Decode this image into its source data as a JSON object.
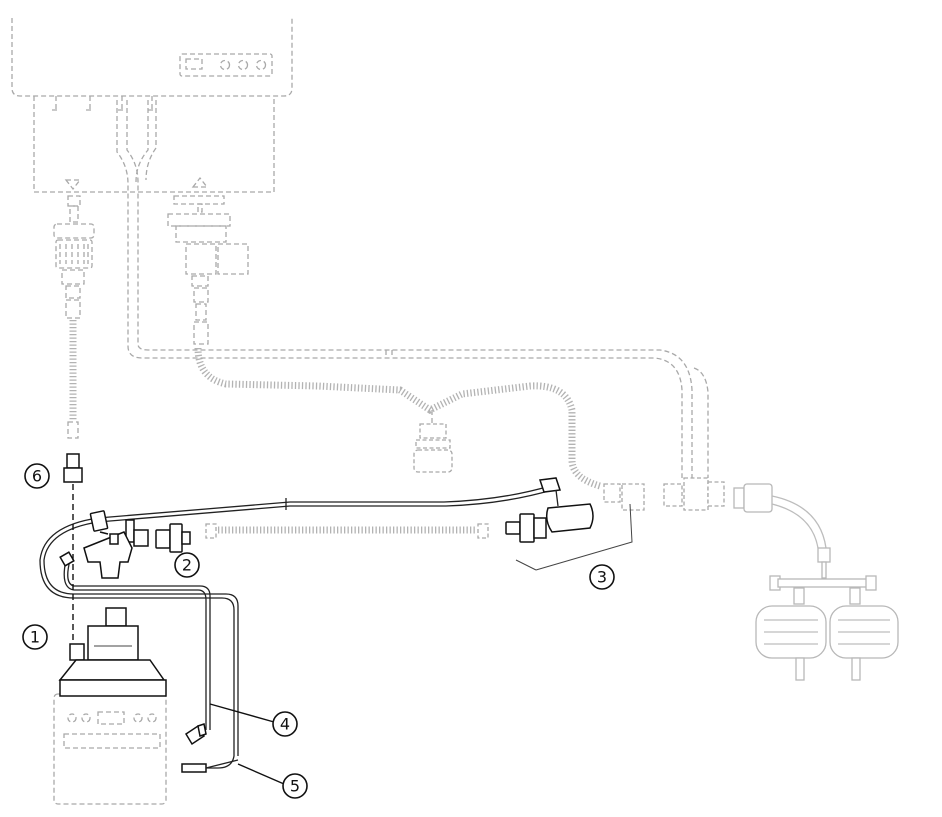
{
  "callouts": [
    {
      "id": "1",
      "label": "1"
    },
    {
      "id": "2",
      "label": "2"
    },
    {
      "id": "3",
      "label": "3"
    },
    {
      "id": "4",
      "label": "4"
    },
    {
      "id": "5",
      "label": "5"
    },
    {
      "id": "6",
      "label": "6"
    }
  ],
  "colors": {
    "ink": "#111111",
    "ghost": "#a9a9a9",
    "background": "#ffffff"
  }
}
